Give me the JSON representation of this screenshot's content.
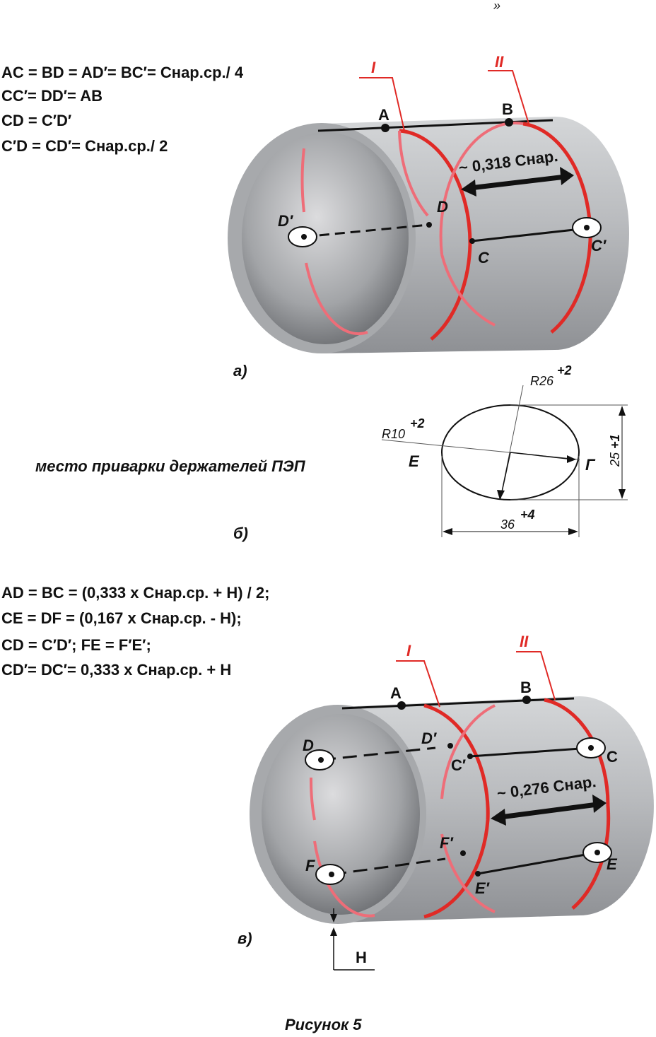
{
  "header_mark": "»",
  "part_a": {
    "formulas": [
      "AC = BD = AD′= BC′= Снар.ср./ 4",
      "CC′= DD′= AB",
      "CD = C′D′",
      "C′D = CD′= Снар.ср./ 2"
    ],
    "ring_labels": [
      "I",
      "II"
    ],
    "points": {
      "A": "A",
      "B": "B",
      "C": "C",
      "C2": "C′",
      "D": "D",
      "D2": "D′"
    },
    "distance_label": "~ 0,318 Снар.",
    "caption": "а)"
  },
  "part_b": {
    "label": "место приварки держателей ПЭП",
    "r_big": "R26",
    "r_big_tol": "+2",
    "r_small": "R10",
    "r_small_tol": "+2",
    "point_e": "E",
    "point_g": "Г",
    "height": "25",
    "height_tol": "+1",
    "width": "36",
    "width_tol": "+4",
    "caption": "б)"
  },
  "part_v": {
    "formulas": [
      "AD = BC = (0,333 x Снар.ср. + H) / 2;",
      "CE = DF =  (0,167 x Снар.ср. - H);",
      "CD = C′D′;  FE = F′E′;",
      "CD′= DC′= 0,333 x Снар.ср. + H"
    ],
    "ring_labels": [
      "I",
      "II"
    ],
    "points": {
      "A": "A",
      "B": "B",
      "C": "C",
      "C2": "C′",
      "D": "D",
      "D2": "D′",
      "E": "E",
      "E2": "E′",
      "F": "F",
      "F2": "F′",
      "H": "H"
    },
    "distance_label": "~ 0,276 Снар.",
    "caption": "в)"
  },
  "figure_caption": "Рисунок 5",
  "colors": {
    "ring": "#e02a26",
    "ring_inner": "#ee6d78",
    "pipe": "#b4b6b9"
  }
}
